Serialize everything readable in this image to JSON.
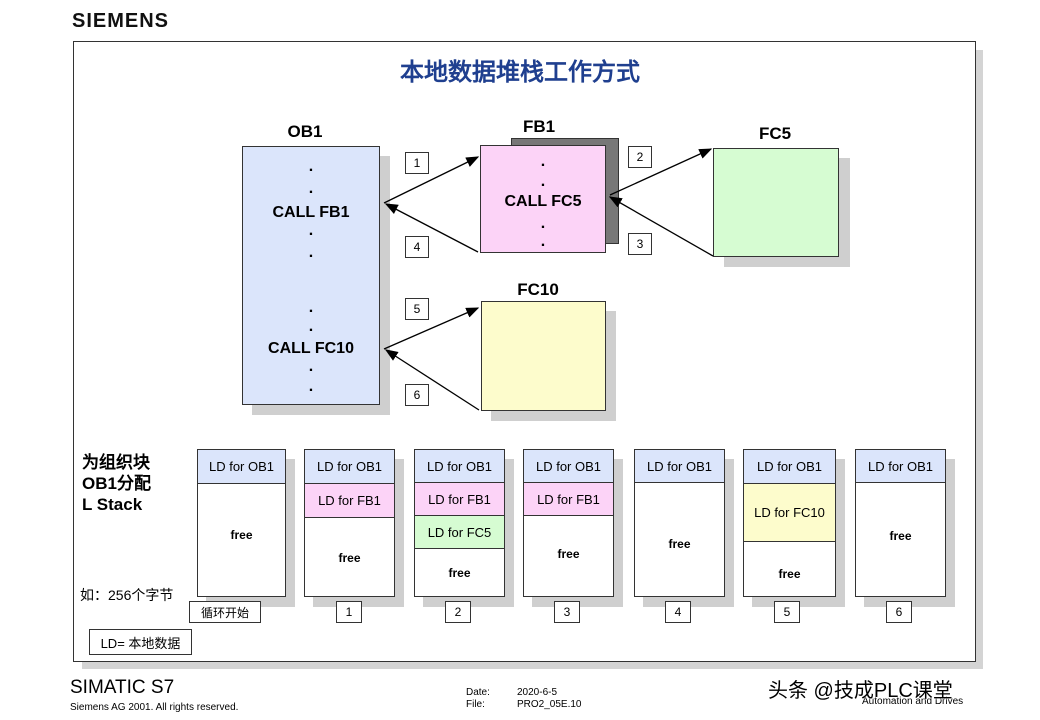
{
  "logo": "SIEMENS",
  "title": "本地数据堆栈工作方式",
  "blocks": {
    "ob1": {
      "name": "OB1",
      "call1": "CALL FB1",
      "call2": "CALL FC10"
    },
    "fb1": {
      "name": "FB1",
      "call": "CALL FC5"
    },
    "fc5": {
      "name": "FC5"
    },
    "fc10": {
      "name": "FC10"
    }
  },
  "dot": ".",
  "arrow_numbers": [
    "1",
    "2",
    "3",
    "4",
    "5",
    "6"
  ],
  "side_label": {
    "line1": "为组织块",
    "line2": "OB1分配",
    "line3": "L Stack"
  },
  "size_note": "如：256个字节",
  "legend": "LD= 本地数据",
  "free_label": "free",
  "segments": {
    "ob1": "LD for OB1",
    "fb1": "LD for FB1",
    "fc5": "LD for FC5",
    "fc10": "LD for FC10"
  },
  "steps": [
    "循环开始",
    "1",
    "2",
    "3",
    "4",
    "5",
    "6"
  ],
  "colors": {
    "ob1": "#dbe5fb",
    "fb1": "#fcd3f7",
    "fc5": "#d6fcd2",
    "fc10": "#fdfccc",
    "title": "#1f3f8f"
  },
  "footer": {
    "product": "SIMATIC S7",
    "copyright": "Siemens AG 2001. All rights reserved.",
    "date_label": "Date:",
    "date_value": "2020-6-5",
    "file_label": "File:",
    "file_value": "PRO2_05E.10",
    "division": "Automation and Drives",
    "watermark": "头条 @技成PLC课堂"
  }
}
